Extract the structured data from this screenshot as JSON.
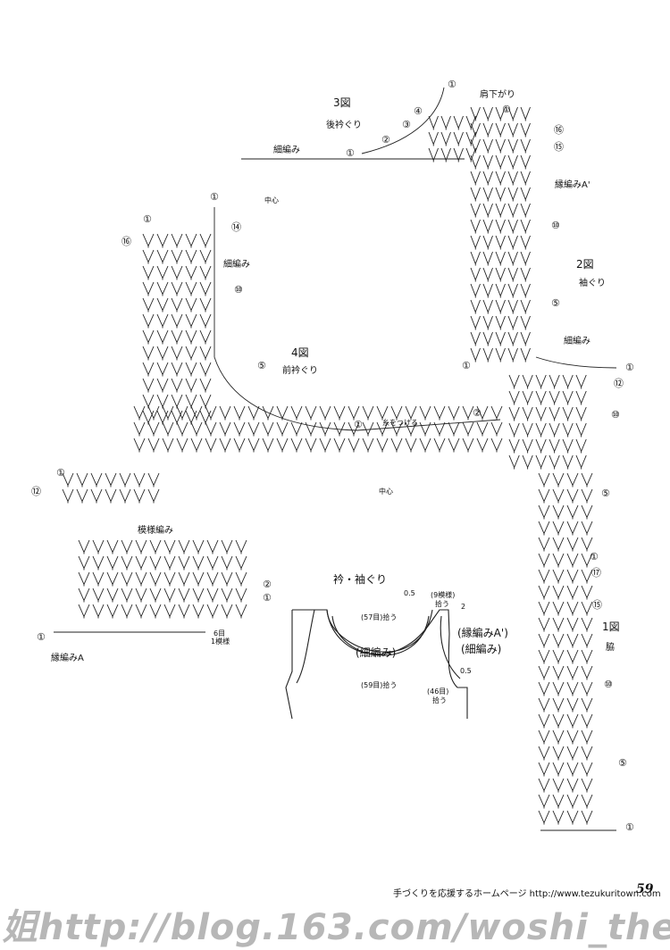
{
  "labels": {
    "fig3_title": "3図",
    "fig3_sub": "後衿ぐり",
    "shoulder": "肩下がり",
    "saiami_top": "細編み",
    "center_top": "中心",
    "fuchi_a_prime": "縁編みA'",
    "fig2_title": "2図",
    "fig2_sub": "袖ぐり",
    "saiami_fig4": "細編み",
    "fig4_title": "4図",
    "fig4_sub": "前衿ぐり",
    "saiami_fig2": "細編み",
    "ito": "糸をつける",
    "center_mid": "中心",
    "moyou": "模様編み",
    "fuchi_a": "縁編みA",
    "six_moku": "6目",
    "one_moyou": "1模様",
    "eri_sode": "衿・袖ぐり",
    "fig1_title": "1図",
    "fig1_sub": "脇"
  },
  "small_chart": {
    "val_05a": "0.5",
    "val_05b": "0.5",
    "val_2": "2",
    "moyou_9": "(9模様)",
    "hirou_9": "拾う",
    "moku_57": "(57目)拾う",
    "saiami_mid": "(細編み)",
    "fuchi_ap": "(縁編みA')",
    "saiami_right": "(細編み)",
    "moku_59": "(59目)拾う",
    "moku_46": "(46目)",
    "hirou_46": "拾う"
  },
  "footer": {
    "text": "手づくりを応援するホームページ http://www.tezukuritown.com",
    "page": "59"
  },
  "watermark": "姐http://blog.163.com/woshi_the",
  "row_markers": {
    "m_fig3_1": "①",
    "m_fig3_2": "②",
    "m_fig3_3": "③",
    "m_fig3_4": "④",
    "m_top_1": "①",
    "m_top_1b": "①",
    "m_16": "⑯",
    "m_15": "⑮",
    "m_10": "⑩",
    "m_5": "⑤",
    "m_fig2_1": "①",
    "m_fig4_1": "①",
    "m_fig4_16": "⑯",
    "m_fig4_14": "⑭",
    "m_fig4_10": "⑩",
    "m_fig4_5": "⑤",
    "m_fig4_1b": "①",
    "m_fig4_2": "②",
    "m_left_1": "①",
    "m_left_12": "⑫",
    "m_r_1": "①",
    "m_r_12": "⑫",
    "m_r_10": "⑩",
    "m_r_5": "⑤",
    "m_s_1": "①",
    "m_s_17": "⑰",
    "m_s_15": "⑮",
    "m_s_10": "⑩",
    "m_s_5": "⑤",
    "m_s_1b": "①",
    "m_mo_2": "②",
    "m_mo_1": "①",
    "m_mo_1b": "①",
    "m_top_arrow1": "①"
  }
}
